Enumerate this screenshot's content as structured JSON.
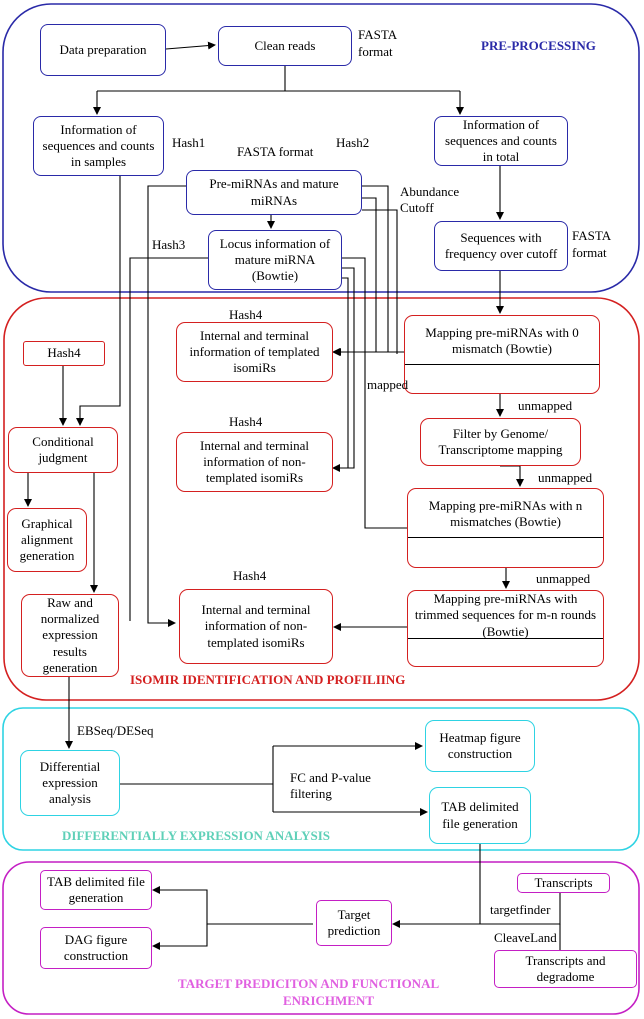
{
  "sections": {
    "preprocessing": "PRE-PROCESSING",
    "isomir": "ISOMIR IDENTIFICATION AND PROFILIING",
    "differential": "DIFFERENTIALLY EXPRESSION ANALYSIS",
    "target": "TARGET PREDICITON AND FUNCTIONAL",
    "target_line2": "ENRICHMENT"
  },
  "colors": {
    "preprocessing": "#2a2aa8",
    "isomir": "#d42020",
    "differential": "#2ed3e3",
    "target": "#c41fc4",
    "differential_text": "#5fd0b8",
    "target_text": "#e060e0"
  },
  "boxes": {
    "data_prep": "Data preparation",
    "clean_reads": "Clean reads",
    "info_samples": "Information of sequences and counts in samples",
    "info_total": "Information of sequences and counts in total",
    "premirnas": "Pre-miRNAs and mature miRNAs",
    "locus": "Locus information of mature miRNA (Bowtie)",
    "seq_cutoff": "Sequences with frequency over cutoff",
    "hash4_box": "Hash4",
    "templated": "Internal and terminal information of templated isomiRs",
    "nontemplated1": "Internal and terminal information of non-templated isomiRs",
    "nontemplated2": "Internal and terminal information of non-templated isomiRs",
    "map0": "Mapping pre-miRNAs with 0 mismatch (Bowtie)",
    "filter": "Filter by Genome/ Transcriptome mapping",
    "mapn": "Mapping pre-miRNAs with n mismatches (Bowtie)",
    "maptrim": "Mapping pre-miRNAs with trimmed sequences for m-n rounds (Bowtie)",
    "conditional": "Conditional judgment",
    "graphical": "Graphical alignment generation",
    "raw_norm": "Raw and normalized expression results generation",
    "diff_expr": "Differential expression analysis",
    "heatmap": "Heatmap figure construction",
    "tab1": "TAB delimited file generation",
    "tab2": "TAB delimited file generation",
    "dag": "DAG figure construction",
    "target_pred": "Target prediction",
    "transcripts": "Transcripts",
    "transcripts_deg": "Transcripts and degradome"
  },
  "labels": {
    "fasta1": "FASTA",
    "fasta1b": "format",
    "hash1": "Hash1",
    "fasta_format": "FASTA format",
    "hash2": "Hash2",
    "abundance": "Abundance",
    "cutoff": "Cutoff",
    "hash3": "Hash3",
    "fasta2": "FASTA",
    "fasta2b": "format",
    "hash4_a": "Hash4",
    "hash4_b": "Hash4",
    "hash4_c": "Hash4",
    "mapped": "mapped",
    "unmapped1": "unmapped",
    "unmapped2": "unmapped",
    "unmapped3": "unmapped",
    "ebseq": "EBSeq/DESeq",
    "fc1": "FC and P-value",
    "fc2": "filtering",
    "targetfinder": "targetfinder",
    "cleaveland": "CleaveLand"
  }
}
